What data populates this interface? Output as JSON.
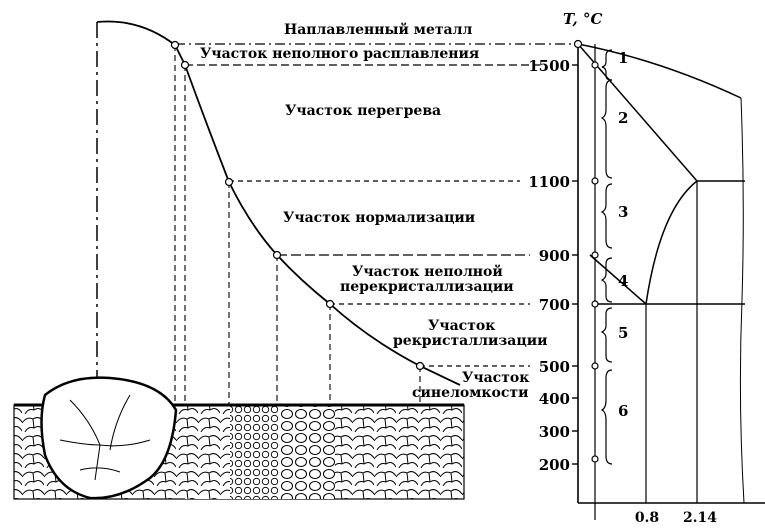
{
  "zones": {
    "weld_metal": "Наплавленный металл",
    "incomplete_fusion": "Участок неполного расплавления",
    "overheating": "Участок перегрева",
    "normalization": "Участок  нормализации",
    "partial_recrystallization": [
      "Участок неполной",
      "перекристаллизации"
    ],
    "recrystallization": [
      "Участок",
      "рекристаллизации"
    ],
    "blue_brittleness": [
      "Участок",
      "синеломкости"
    ]
  },
  "temp_axis": {
    "title": "T, °C",
    "ticks": [
      "1500",
      "1100",
      "900",
      "700",
      "500",
      "400",
      "300",
      "200"
    ]
  },
  "carbon_axis": {
    "ticks": [
      "0.8",
      "2.14"
    ]
  },
  "zone_numbers": [
    "1",
    "2",
    "3",
    "4",
    "5",
    "6"
  ],
  "colors": {
    "ink": "#000000",
    "paper": "#ffffff"
  }
}
